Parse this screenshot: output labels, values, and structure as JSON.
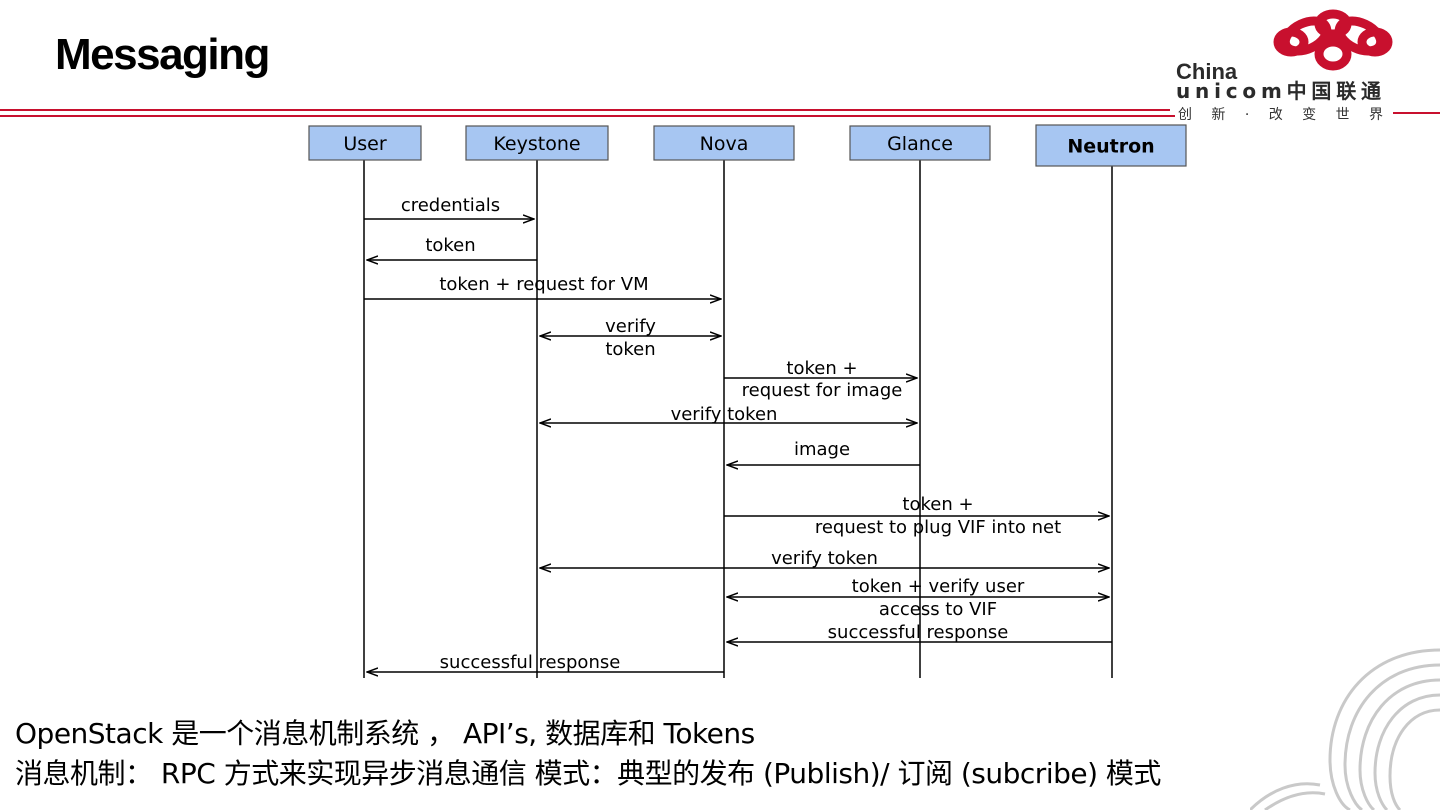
{
  "slide": {
    "title": "Messaging",
    "body_lines": [
      "OpenStack 是一个消息机制系统 ， API’s, 数据库和 Tokens",
      "消息机制： RPC 方式来实现异步消息通信  模式：典型的发布 (Publish)/ 订阅 (subcribe) 模式"
    ]
  },
  "logo": {
    "line1": "China",
    "line2": "unicom中国联通",
    "slogan": "创 新 · 改 变 世 界",
    "color": "#c8102e"
  },
  "diagram": {
    "participants": [
      "User",
      "Keystone",
      "Nova",
      "Glance",
      "Neutron"
    ],
    "messages": [
      {
        "from": "User",
        "to": "Keystone",
        "label": [
          "credentials"
        ]
      },
      {
        "from": "Keystone",
        "to": "User",
        "label": [
          "token"
        ]
      },
      {
        "from": "User",
        "to": "Nova",
        "label": [
          "token + request for VM"
        ]
      },
      {
        "from": "Keystone",
        "to": "Nova",
        "bidirectional": true,
        "label": [
          "verify",
          "token"
        ]
      },
      {
        "from": "Nova",
        "to": "Glance",
        "label": [
          "token +",
          "request for image"
        ]
      },
      {
        "from": "Keystone",
        "to": "Glance",
        "bidirectional": true,
        "label": [
          "verify token"
        ]
      },
      {
        "from": "Glance",
        "to": "Nova",
        "label": [
          "image"
        ]
      },
      {
        "from": "Nova",
        "to": "Neutron",
        "label": [
          "token +",
          "request to plug VIF into net"
        ]
      },
      {
        "from": "Keystone",
        "to": "Neutron",
        "bidirectional": true,
        "label": [
          "verify token"
        ]
      },
      {
        "from": "Nova",
        "to": "Neutron",
        "bidirectional": true,
        "label": [
          "token + verify user",
          "access to VIF"
        ]
      },
      {
        "from": "Neutron",
        "to": "Nova",
        "label": [
          "successful response"
        ]
      },
      {
        "from": "Nova",
        "to": "User",
        "label": [
          "successful response"
        ]
      }
    ],
    "colors": {
      "box_fill": "#a7c6f2",
      "box_stroke": "#555555",
      "line": "#000000"
    }
  }
}
